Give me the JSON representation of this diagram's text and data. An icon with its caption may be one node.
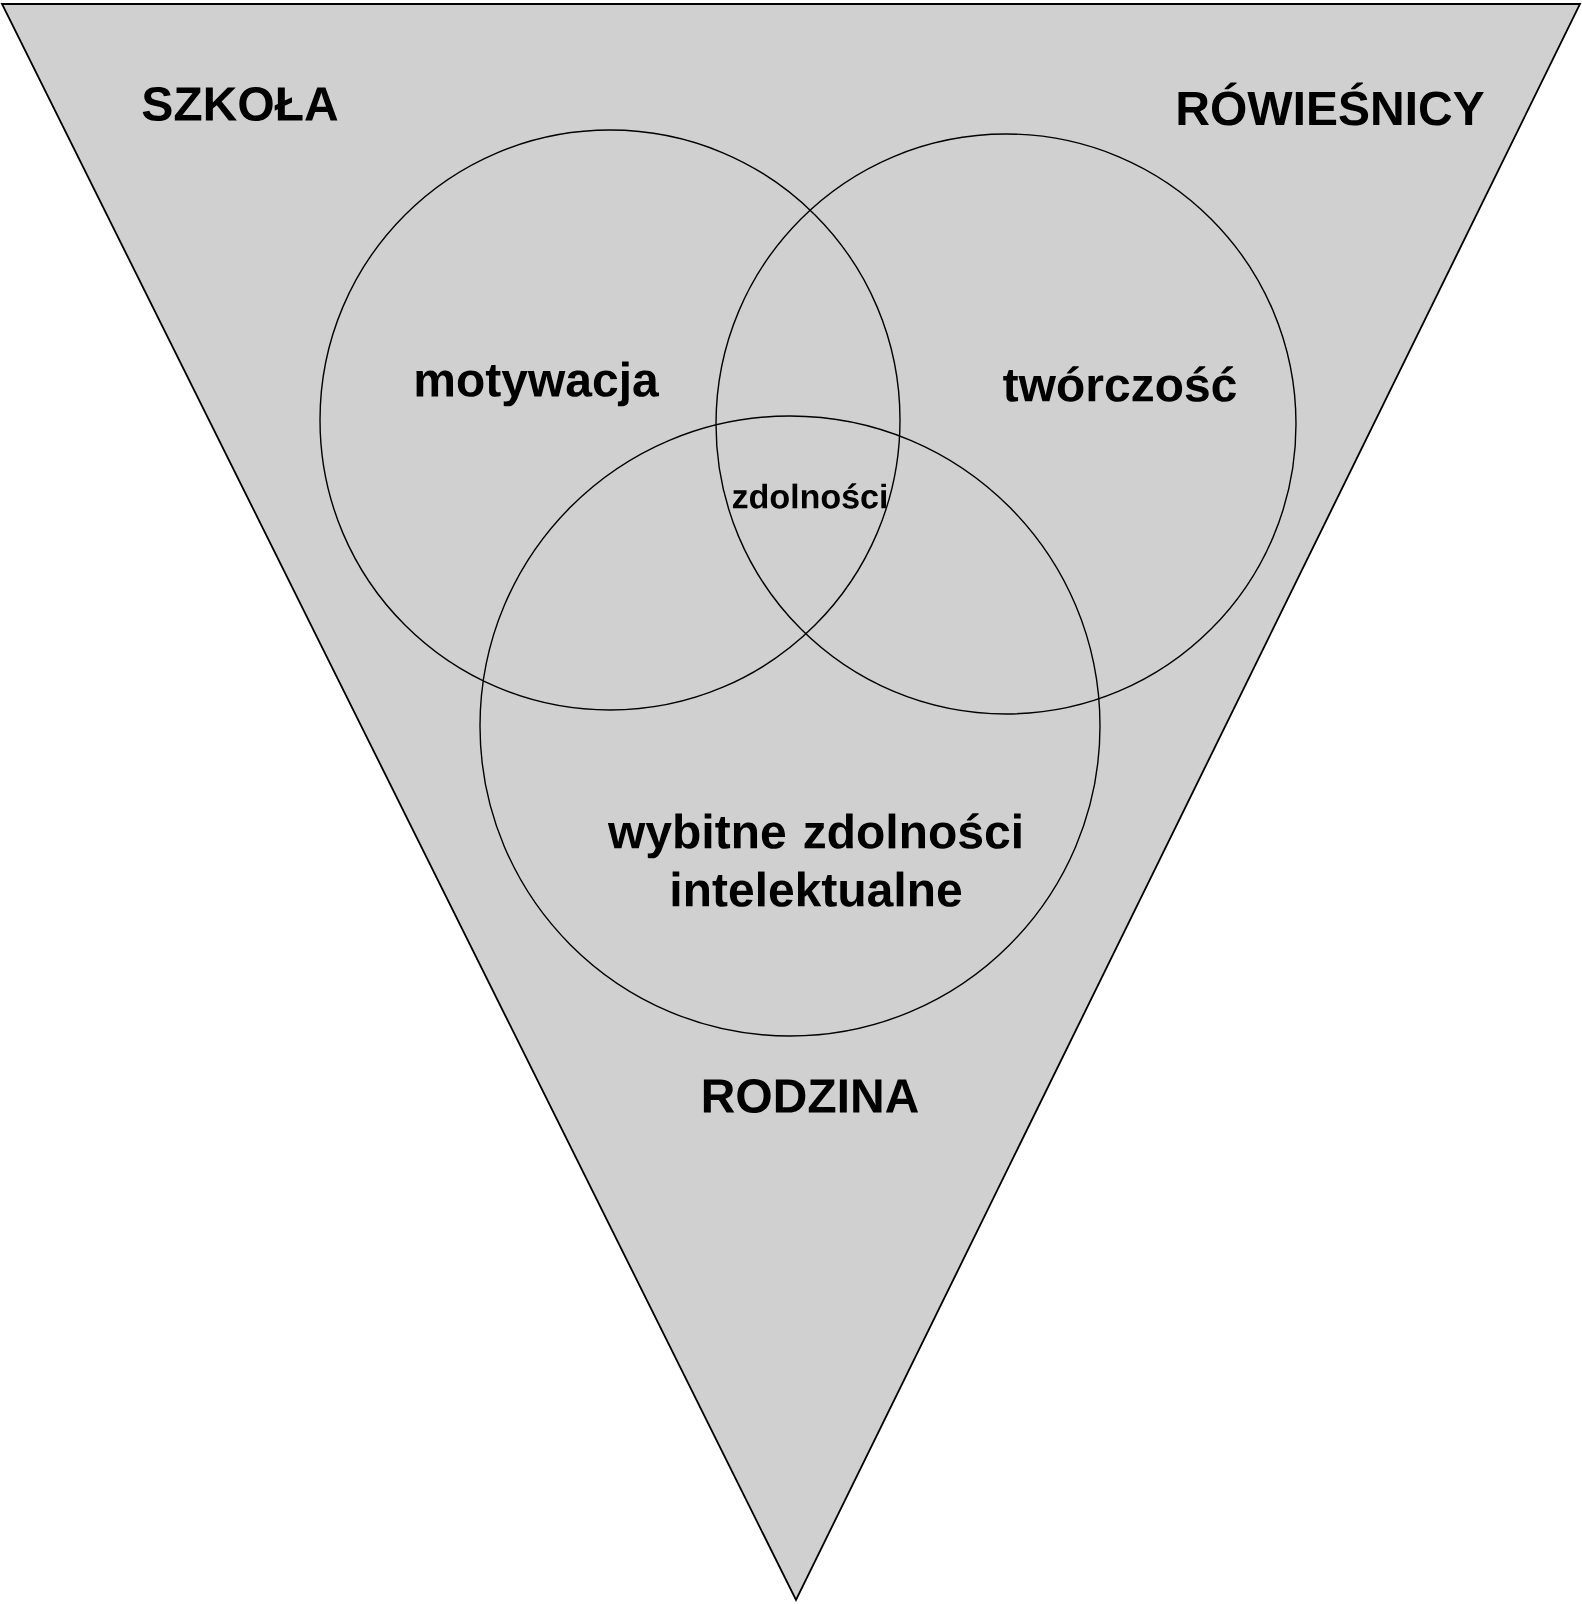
{
  "diagram": {
    "nodes": [
      {
        "text": [
          "SZKOŁA",
          "RÓWIEŚNICY",
          "RODZINA"
        ]
      },
      {
        "text": [
          "motywacja"
        ],
        "in": 0
      },
      {
        "text": [
          "twórczość"
        ],
        "in": 0
      },
      {
        "text": [
          "wybitne zdolności intelektualne"
        ],
        "in": 0
      }
    ],
    "labels": [
      "zdolności"
    ]
  }
}
